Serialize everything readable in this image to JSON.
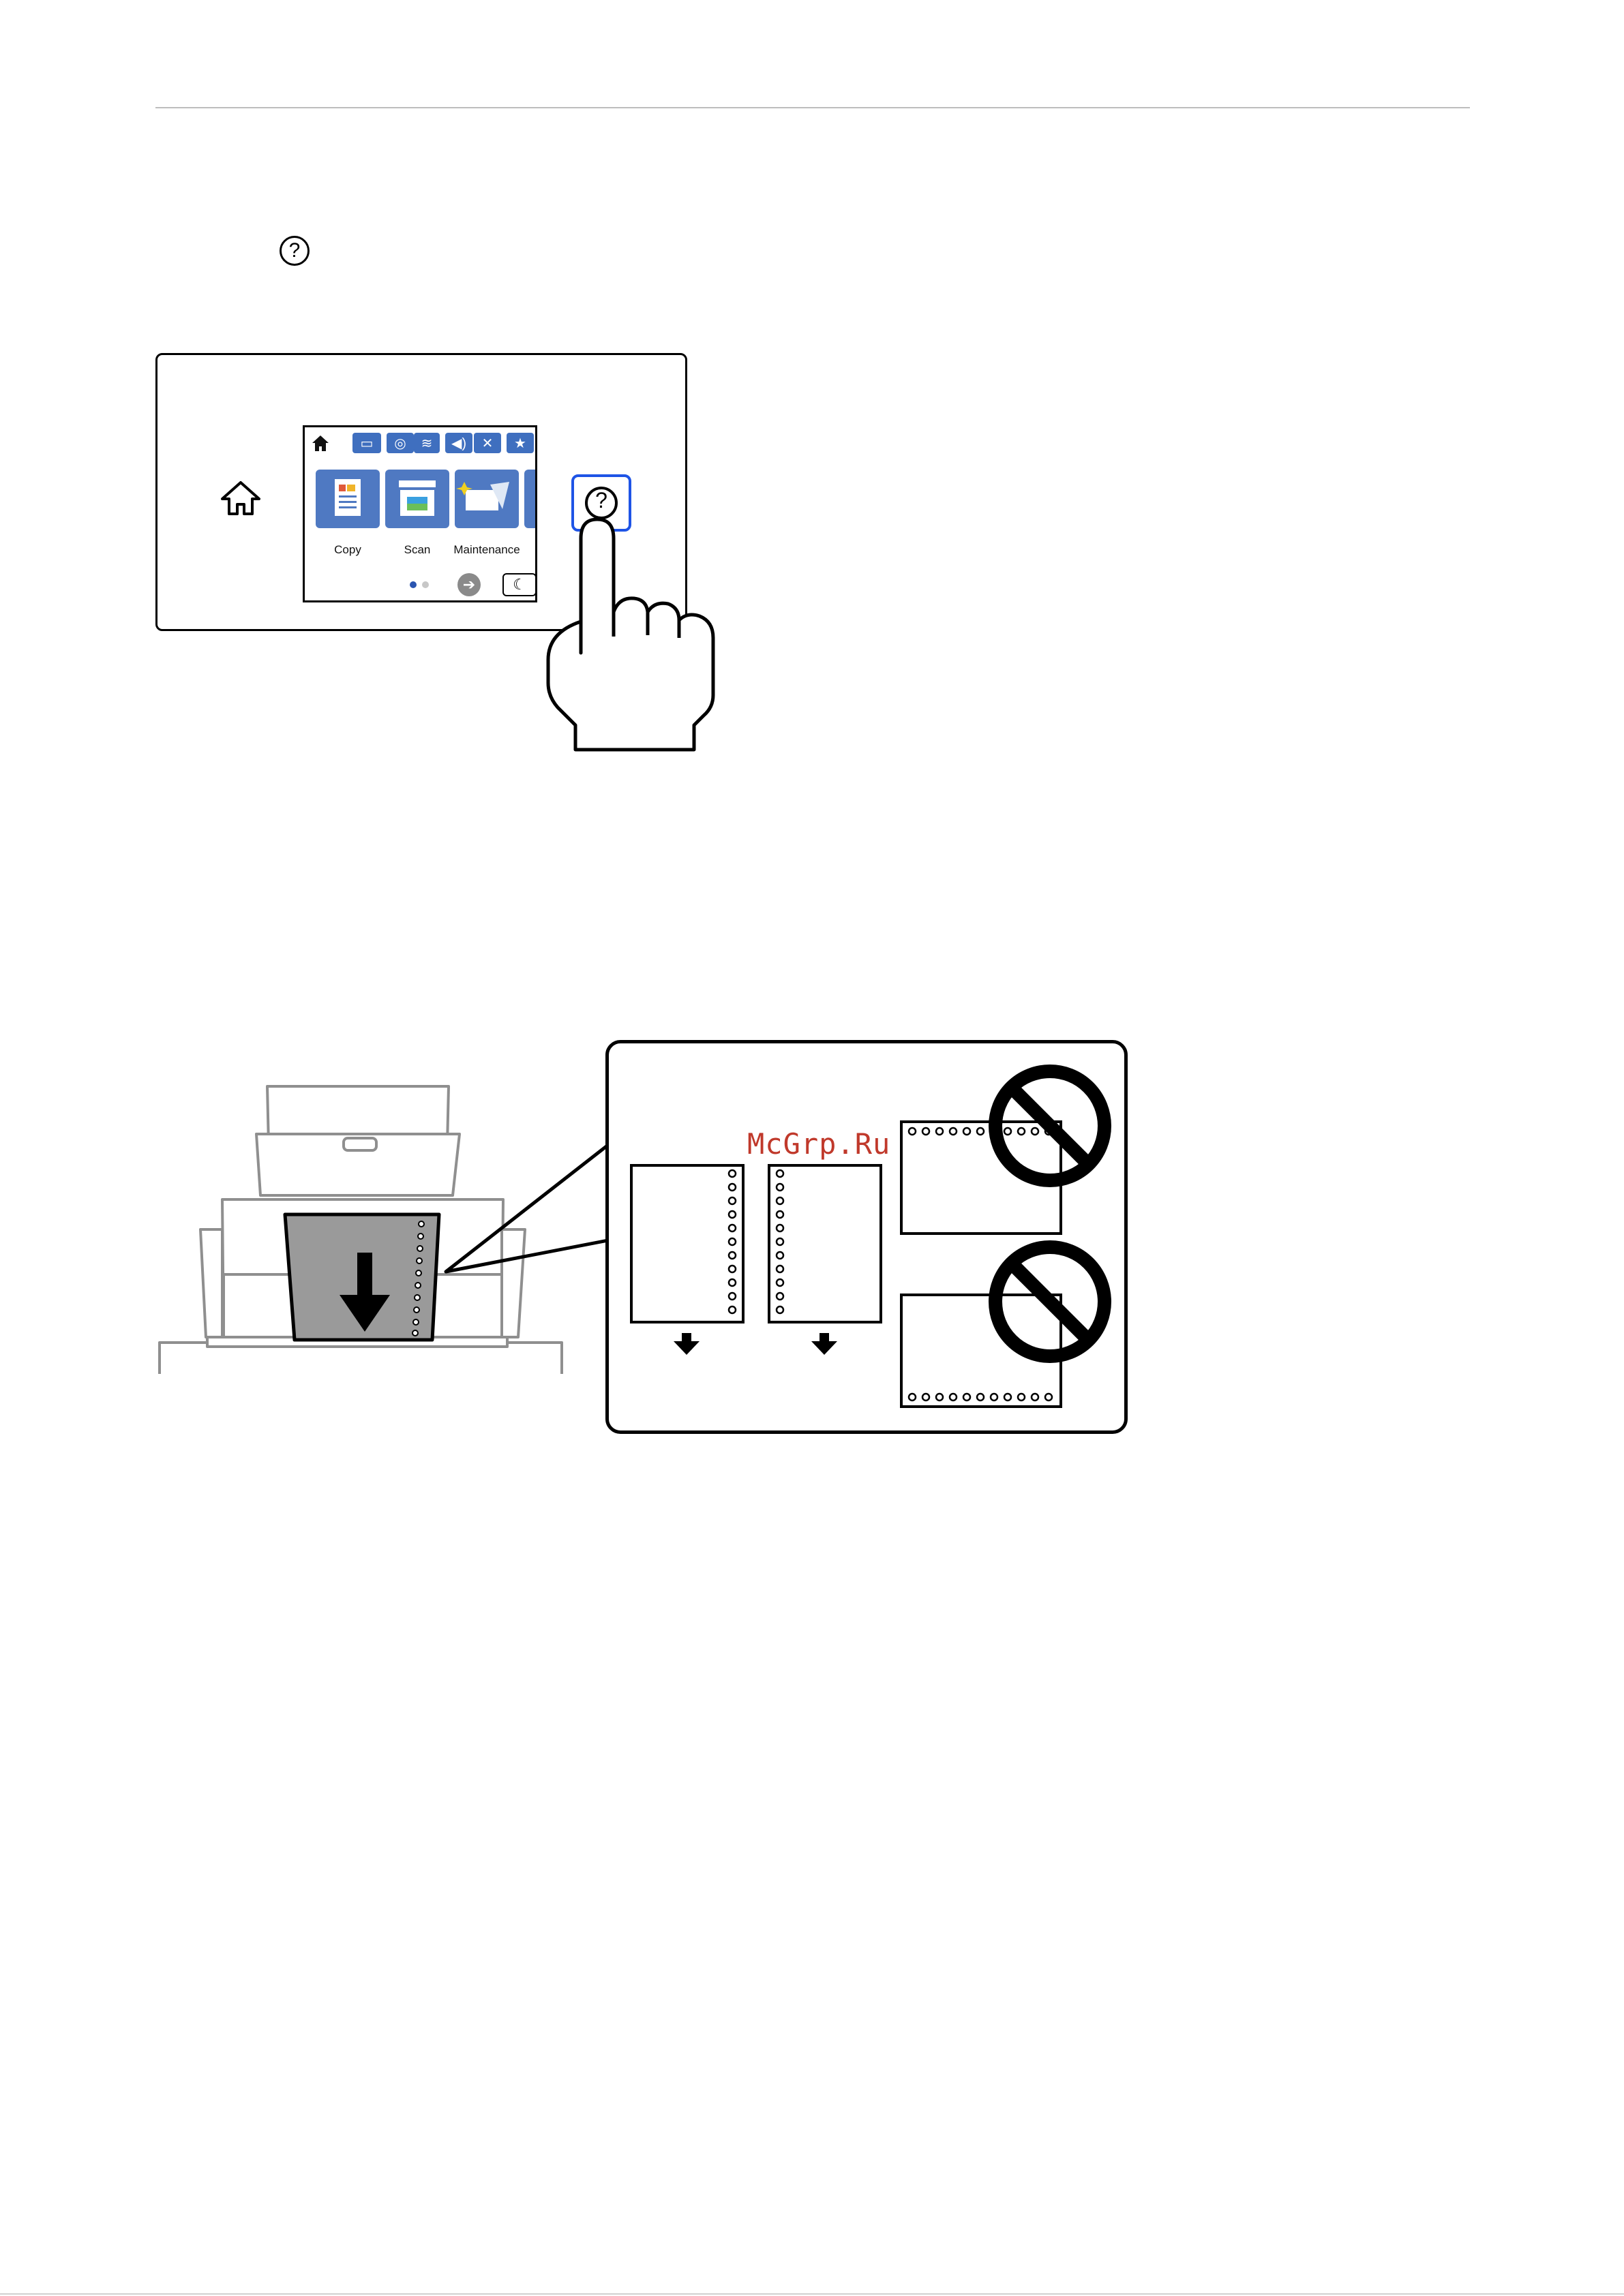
{
  "page": {
    "help_icon_glyph": "?"
  },
  "control_panel": {
    "home_button_icon": "home-outline-icon",
    "help_button_glyph": "?",
    "highlight_color": "#1e54e6",
    "screen": {
      "status_icons": [
        "home-icon",
        "printer-icon",
        "wifi-direct-icon",
        "wifi-icon",
        "volume-icon",
        "network-off-icon",
        "star-icon"
      ],
      "tiles": [
        {
          "label": "Copy",
          "icon": "copy-icon"
        },
        {
          "label": "Scan",
          "icon": "scan-icon"
        },
        {
          "label": "Maintenance",
          "icon": "maintenance-icon"
        }
      ],
      "page_indicator": {
        "current": 1,
        "total": 2
      },
      "next_icon": "arrow-right-icon",
      "sleep_icon": "moon-icon",
      "tile_color": "#4f79c2"
    }
  },
  "watermark": {
    "text": "McGrp.Ru",
    "color": "#c0392b"
  },
  "paper_figure": {
    "paper_color": "#9a9a9a",
    "correct_orientations": 2,
    "incorrect_orientations": 2,
    "prohibited_icon": "no-sign-icon"
  }
}
